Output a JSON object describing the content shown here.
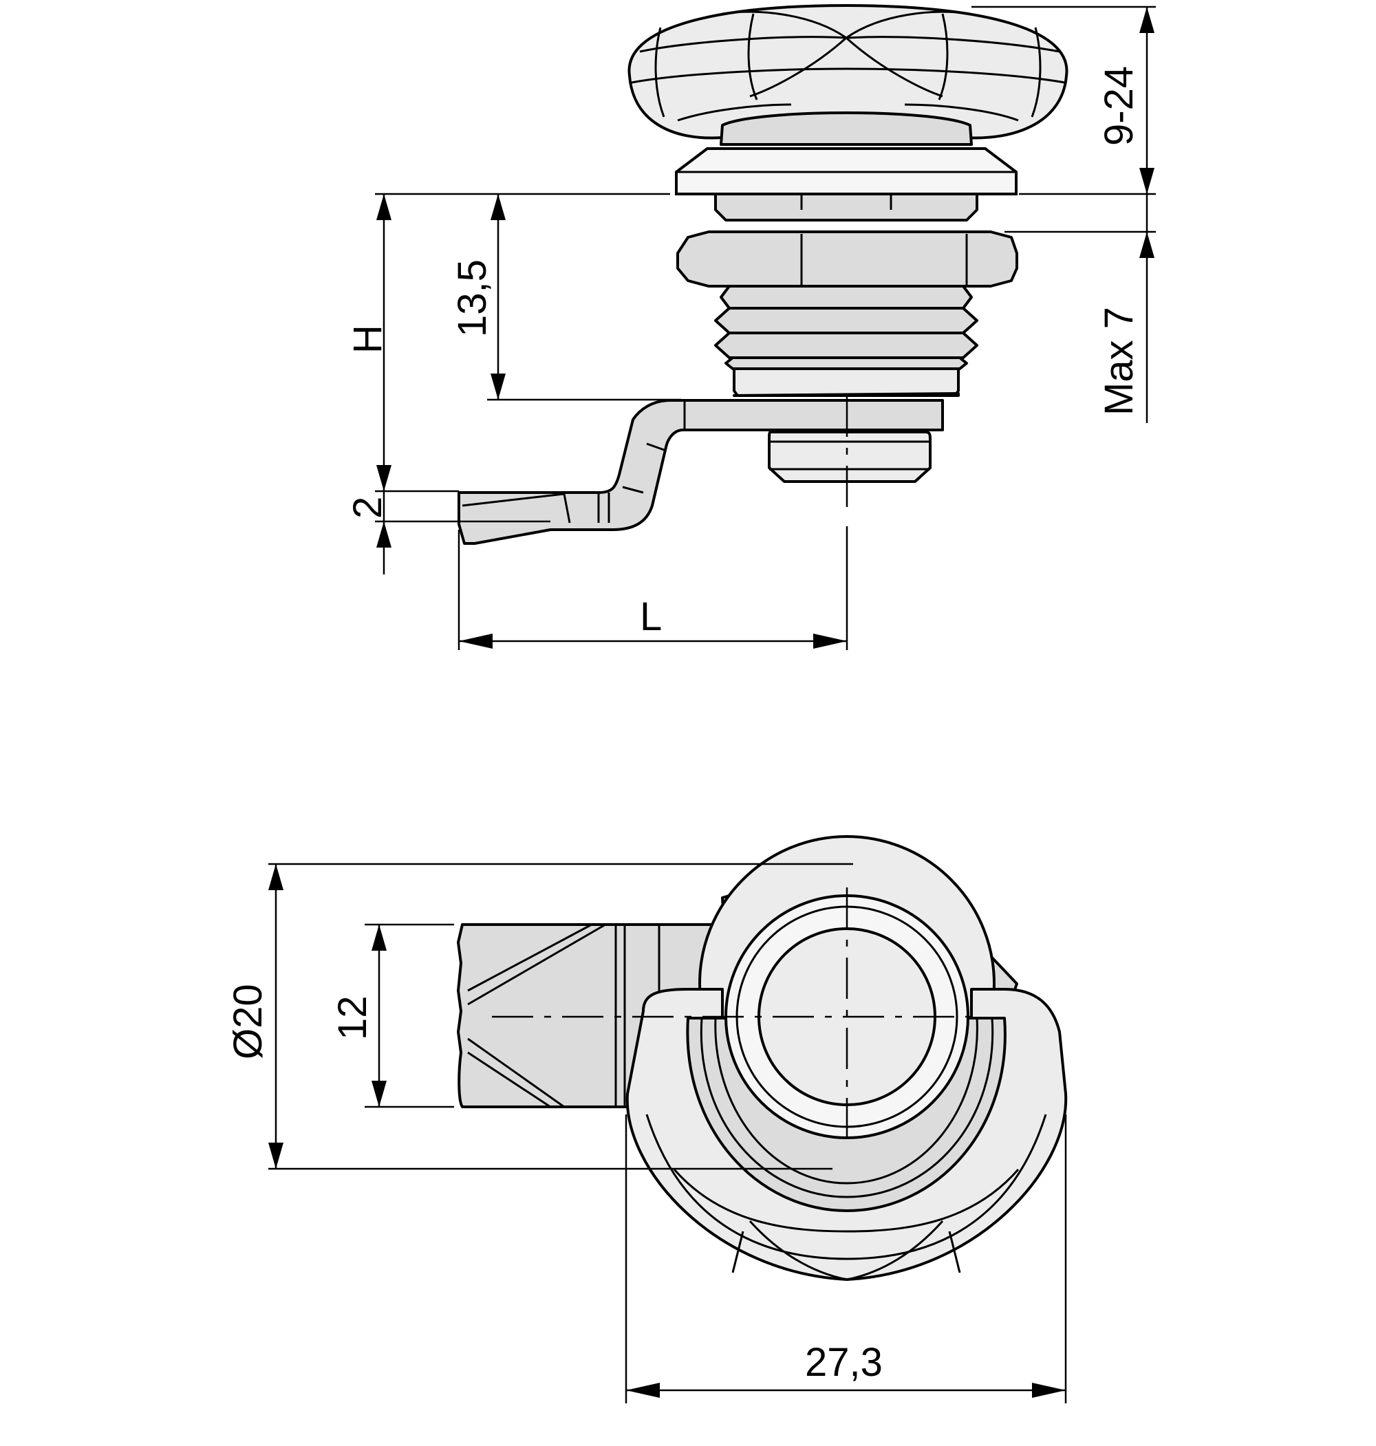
{
  "drawing": {
    "subject": "Quarter-turn cam lock with wing knob",
    "views": {
      "side_view": {
        "dimensions": {
          "knob_height": "9-24",
          "panel_thickness": "Max 7",
          "cam_offset": "13,5",
          "height": "H",
          "cam_thickness": "2",
          "length": "L"
        }
      },
      "top_view": {
        "dimensions": {
          "diameter": "Ø20",
          "cam_width": "12",
          "overall_width": "27,3"
        }
      }
    }
  },
  "colors": {
    "line": "#000000",
    "part_fill": "#dcdcdc",
    "part_highlight": "#f6f6f6",
    "background": "#ffffff"
  }
}
